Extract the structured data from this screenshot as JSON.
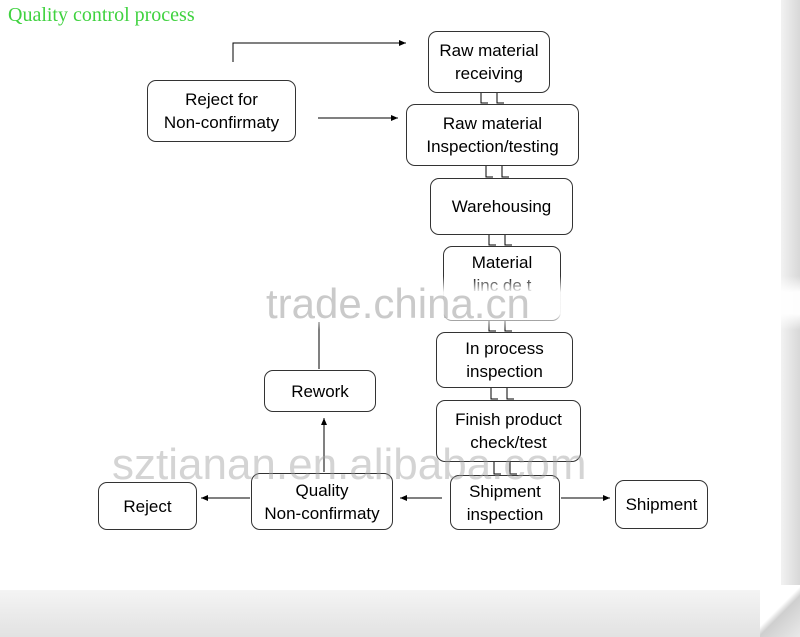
{
  "title": "Quality control process",
  "nodes": {
    "raw_material_receiving": "Raw material\nreceiving",
    "reject_for_nonconfirmaty": "Reject for\nNon-confirmaty",
    "raw_material_inspection": "Raw material\nInspection/testing",
    "warehousing": "Warehousing",
    "material": "Material\nlinc  de  t",
    "in_process_inspection": "In process\ninspection",
    "finish_product_check": "Finish product\ncheck/test",
    "shipment_inspection": "Shipment\ninspection",
    "shipment": "Shipment",
    "quality_nonconfirmaty": "Quality\nNon-confirmaty",
    "rework": "Rework",
    "reject": "Reject"
  },
  "watermarks": {
    "primary": "trade.china.cn",
    "secondary": "sztianan.en.alibaba.com"
  }
}
